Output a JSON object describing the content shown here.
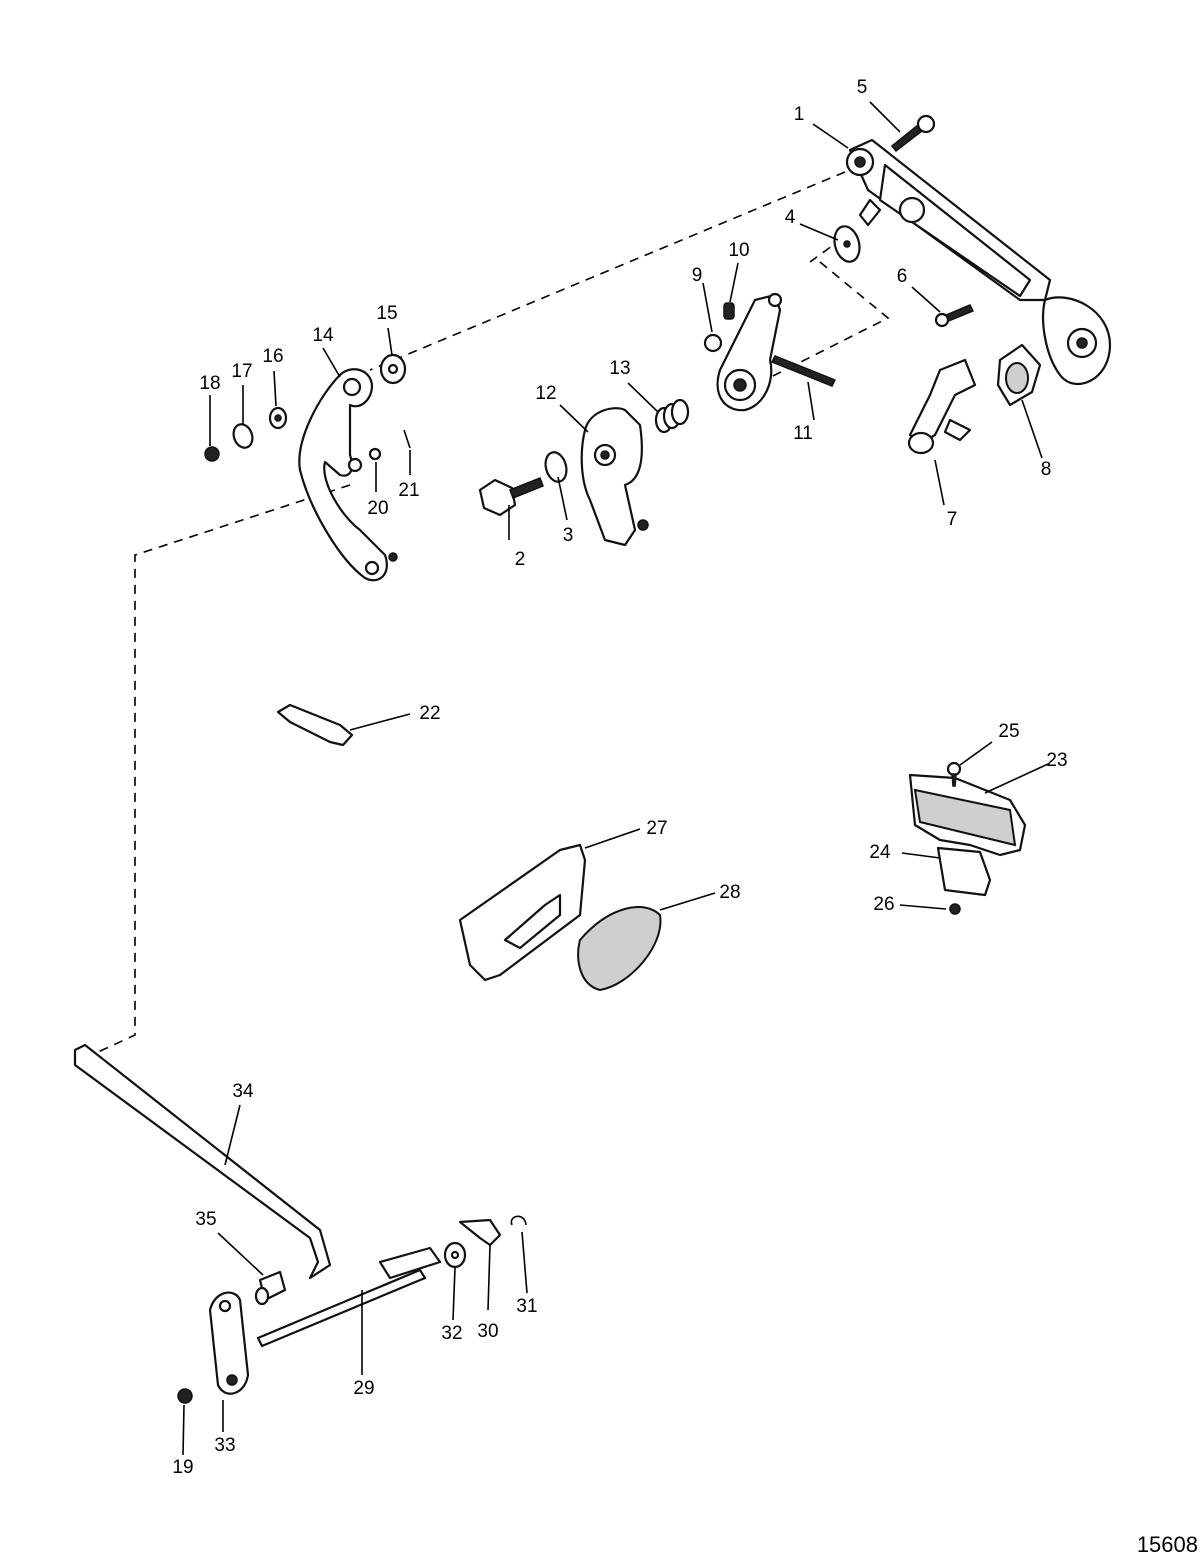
{
  "figure_id": "15608",
  "callouts": [
    {
      "n": "1"
    },
    {
      "n": "2"
    },
    {
      "n": "3"
    },
    {
      "n": "4"
    },
    {
      "n": "5"
    },
    {
      "n": "6"
    },
    {
      "n": "7"
    },
    {
      "n": "8"
    },
    {
      "n": "9"
    },
    {
      "n": "10"
    },
    {
      "n": "11"
    },
    {
      "n": "12"
    },
    {
      "n": "13"
    },
    {
      "n": "14"
    },
    {
      "n": "15"
    },
    {
      "n": "16"
    },
    {
      "n": "17"
    },
    {
      "n": "18"
    },
    {
      "n": "19"
    },
    {
      "n": "20"
    },
    {
      "n": "21"
    },
    {
      "n": "22"
    },
    {
      "n": "23"
    },
    {
      "n": "24"
    },
    {
      "n": "25"
    },
    {
      "n": "26"
    },
    {
      "n": "27"
    },
    {
      "n": "28"
    },
    {
      "n": "29"
    },
    {
      "n": "30"
    },
    {
      "n": "31"
    },
    {
      "n": "32"
    },
    {
      "n": "33"
    },
    {
      "n": "34"
    },
    {
      "n": "35"
    }
  ]
}
